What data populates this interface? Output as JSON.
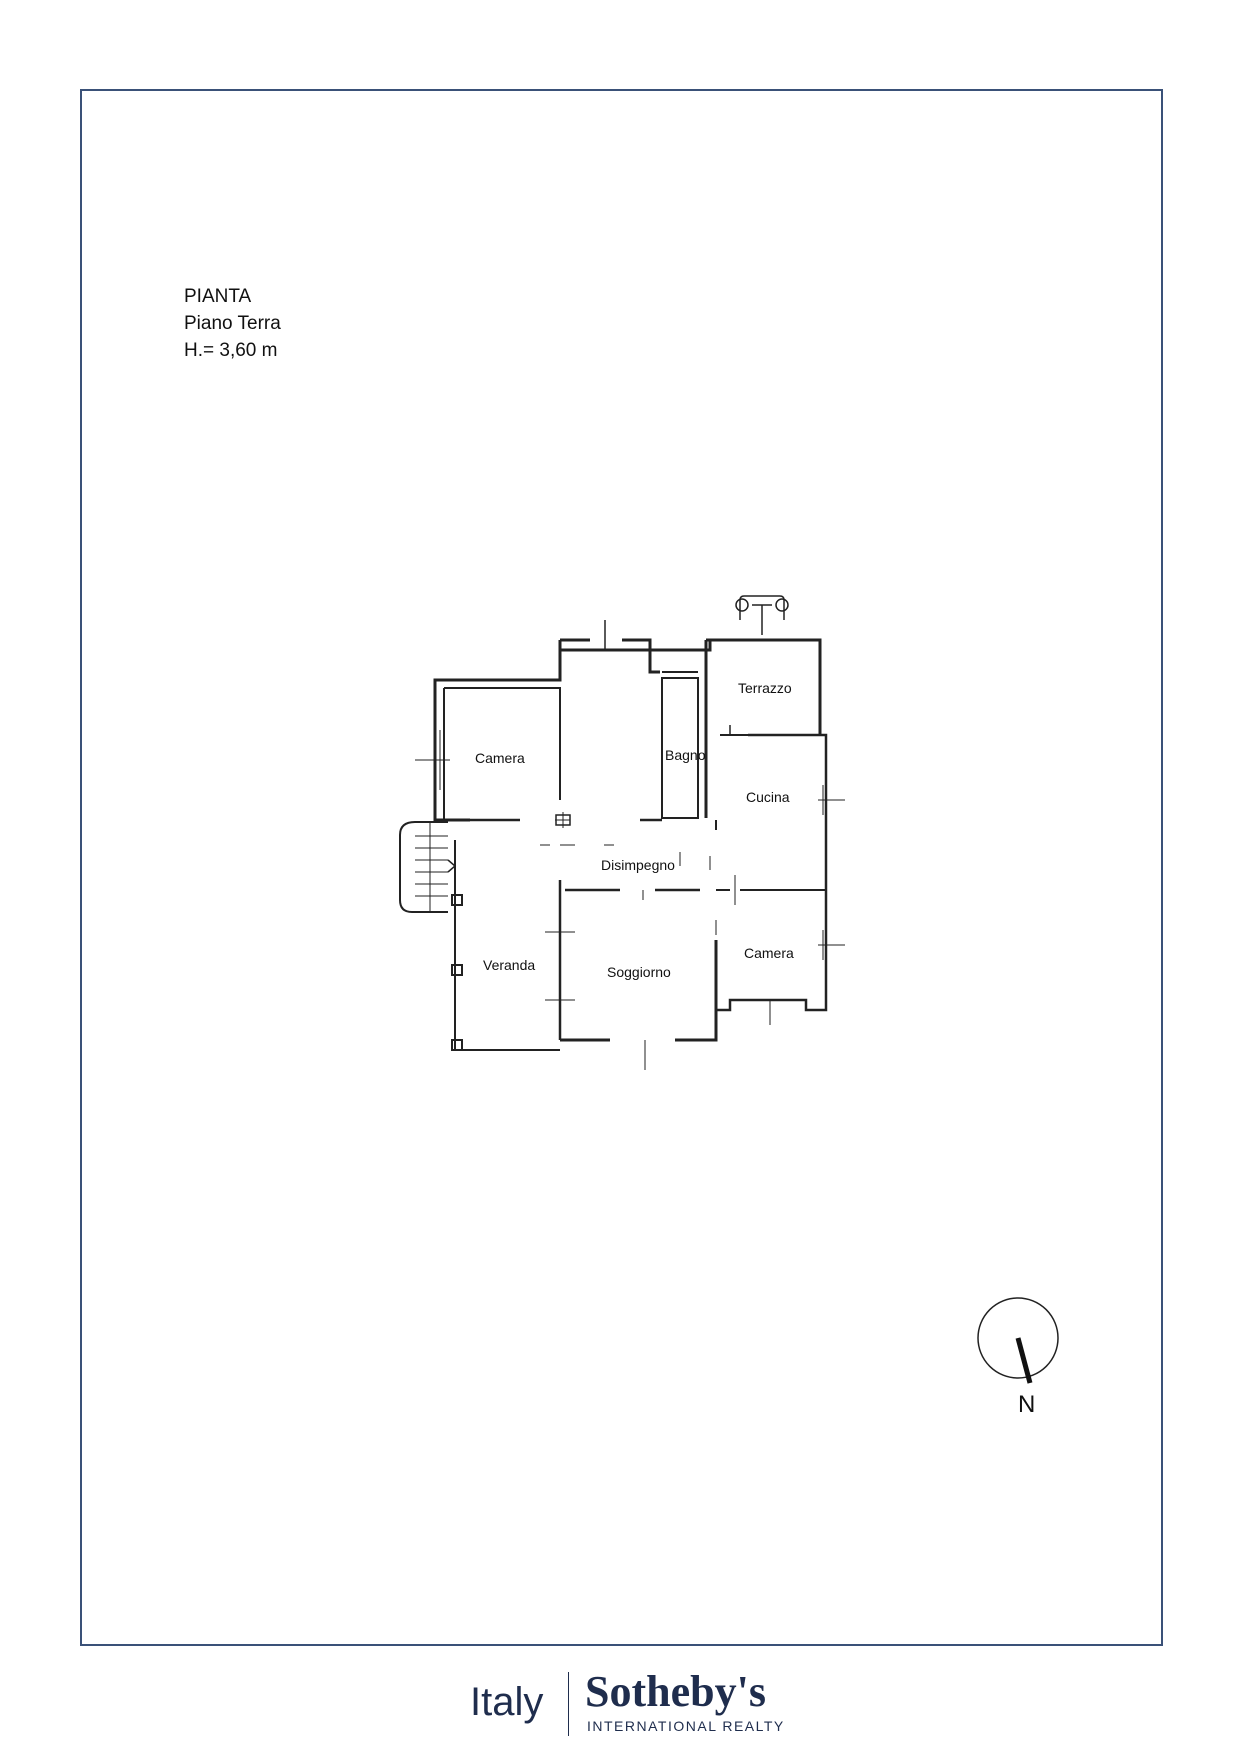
{
  "header": {
    "line1": "PIANTA",
    "line2": "Piano Terra",
    "line3": "H.= 3,60 m"
  },
  "rooms": {
    "camera_1": "Camera",
    "bagno": "Bagno",
    "terrazzo": "Terrazzo",
    "cucina": "Cucina",
    "disimpegno": "Disimpegno",
    "veranda": "Veranda",
    "soggiorno": "Soggiorno",
    "camera_2": "Camera"
  },
  "compass": {
    "label": "N"
  },
  "footer": {
    "left": "Italy",
    "brand": "Sotheby's",
    "sub": "INTERNATIONAL REALTY"
  },
  "colors": {
    "frame": "#3a5178",
    "brand": "#1f2d4d",
    "wall": "#222222"
  }
}
